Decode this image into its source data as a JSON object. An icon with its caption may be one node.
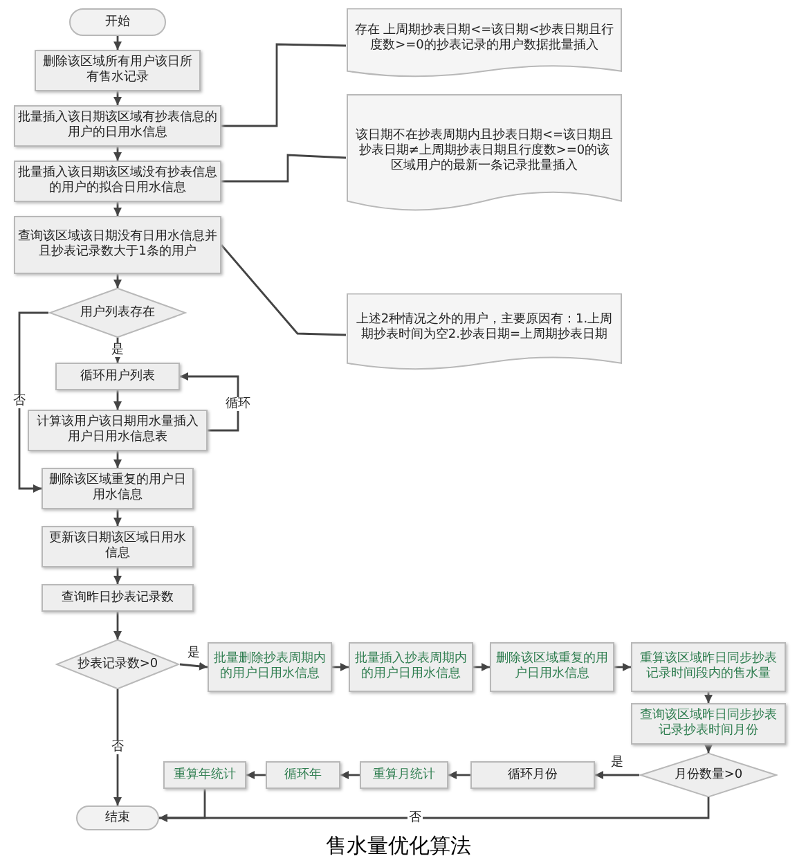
{
  "diagram": {
    "caption": "售水量优化算法",
    "nodes": [
      {
        "text": [
          "开始"
        ]
      },
      {
        "text": [
          "删除该区域所有用户该日所有售水记录"
        ]
      },
      {
        "text": [
          "批量插入该日期该区域有抄表信息的用户的日用水信息"
        ]
      },
      {
        "text": [
          "批量插入该日期该区域没有抄表信息的用户的拟合日用水信息"
        ]
      },
      {
        "text": [
          "查询该区域该日期没有日用水信息并且抄表记录数大于1条的用户"
        ]
      },
      {
        "text": [
          "用户列表存在"
        ]
      },
      {
        "text": [
          "循环用户列表"
        ]
      },
      {
        "text": [
          "计算该用户该日期用水量插入用户日用水信息表"
        ]
      },
      {
        "text": [
          "删除该区域重复的用户日用水信息"
        ]
      },
      {
        "text": [
          "更新该日期该区域日用水信息"
        ]
      },
      {
        "text": [
          "查询昨日抄表记录数"
        ]
      },
      {
        "text": [
          "抄表记录数>0"
        ]
      },
      {
        "text": [
          "批量删除抄表周期内的用户日用水信息"
        ]
      },
      {
        "text": [
          "批量插入抄表周期内的用户日用水信息"
        ]
      },
      {
        "text": [
          "删除该区域重复的用户日用水信息"
        ]
      },
      {
        "text": [
          "重算该区域昨日同步抄表记录时间段内的售水量"
        ]
      },
      {
        "text": [
          "查询该区域昨日同步抄表记录抄表时间月份"
        ]
      },
      {
        "text": [
          "月份数量>0"
        ]
      },
      {
        "text": [
          "循环月份"
        ]
      },
      {
        "text": [
          "重算月统计"
        ]
      },
      {
        "text": [
          "循环年"
        ]
      },
      {
        "text": [
          "重算年统计"
        ]
      },
      {
        "text": [
          "结束"
        ]
      },
      {
        "text": [
          "存在 上周期抄表日期<=该日期<抄表日期且行度数>=0的抄表记录的用户数据批量插入"
        ]
      },
      {
        "text": [
          "该日期不在抄表周期内且抄表日期<=该日期且抄表日期≠上周期抄表日期且行度数>=0的该区域用户的最新一条记录批量插入"
        ]
      },
      {
        "text": [
          "上述2种情况之外的用户，主要原因有：1.上周期抄表时间为空2.抄表日期=上周期抄表日期"
        ]
      }
    ],
    "edges": [
      {
        "from": 0,
        "to": 1,
        "arrow": "to"
      },
      {
        "from": 1,
        "to": 2,
        "arrow": "to"
      },
      {
        "from": 2,
        "to": 3,
        "arrow": "to"
      },
      {
        "from": 3,
        "to": 4,
        "arrow": "to"
      },
      {
        "from": 4,
        "to": 5,
        "arrow": "to"
      },
      {
        "from": 5,
        "to": 6,
        "arrow": "to",
        "label": "是"
      },
      {
        "from": 5,
        "to": 8,
        "arrow": "to",
        "label": "否"
      },
      {
        "from": 6,
        "to": 7,
        "arrow": "to"
      },
      {
        "from": 7,
        "to": 6,
        "arrow": "to",
        "label": "循环"
      },
      {
        "from": 7,
        "to": 8,
        "arrow": "to"
      },
      {
        "from": 8,
        "to": 9,
        "arrow": "to"
      },
      {
        "from": 9,
        "to": 10,
        "arrow": "to"
      },
      {
        "from": 10,
        "to": 11,
        "arrow": "to"
      },
      {
        "from": 11,
        "to": 12,
        "arrow": "to",
        "label": "是"
      },
      {
        "from": 11,
        "to": 22,
        "arrow": "to",
        "label": "否"
      },
      {
        "from": 12,
        "to": 13,
        "arrow": "to"
      },
      {
        "from": 13,
        "to": 14,
        "arrow": "to"
      },
      {
        "from": 14,
        "to": 15,
        "arrow": "to"
      },
      {
        "from": 15,
        "to": 16,
        "arrow": "to"
      },
      {
        "from": 16,
        "to": 17,
        "arrow": "to"
      },
      {
        "from": 17,
        "to": 18,
        "arrow": "to",
        "label": "是"
      },
      {
        "from": 18,
        "to": 19,
        "arrow": "to"
      },
      {
        "from": 19,
        "to": 20,
        "arrow": "to"
      },
      {
        "from": 20,
        "to": 21,
        "arrow": "to"
      },
      {
        "from": 21,
        "to": 22,
        "arrow": "to"
      },
      {
        "from": 17,
        "to": 22,
        "arrow": "to",
        "label": "否"
      },
      {
        "from": 2,
        "to": 23,
        "arrow": "none"
      },
      {
        "from": 3,
        "to": 24,
        "arrow": "none"
      },
      {
        "from": 4,
        "to": 25,
        "arrow": "none"
      }
    ]
  }
}
